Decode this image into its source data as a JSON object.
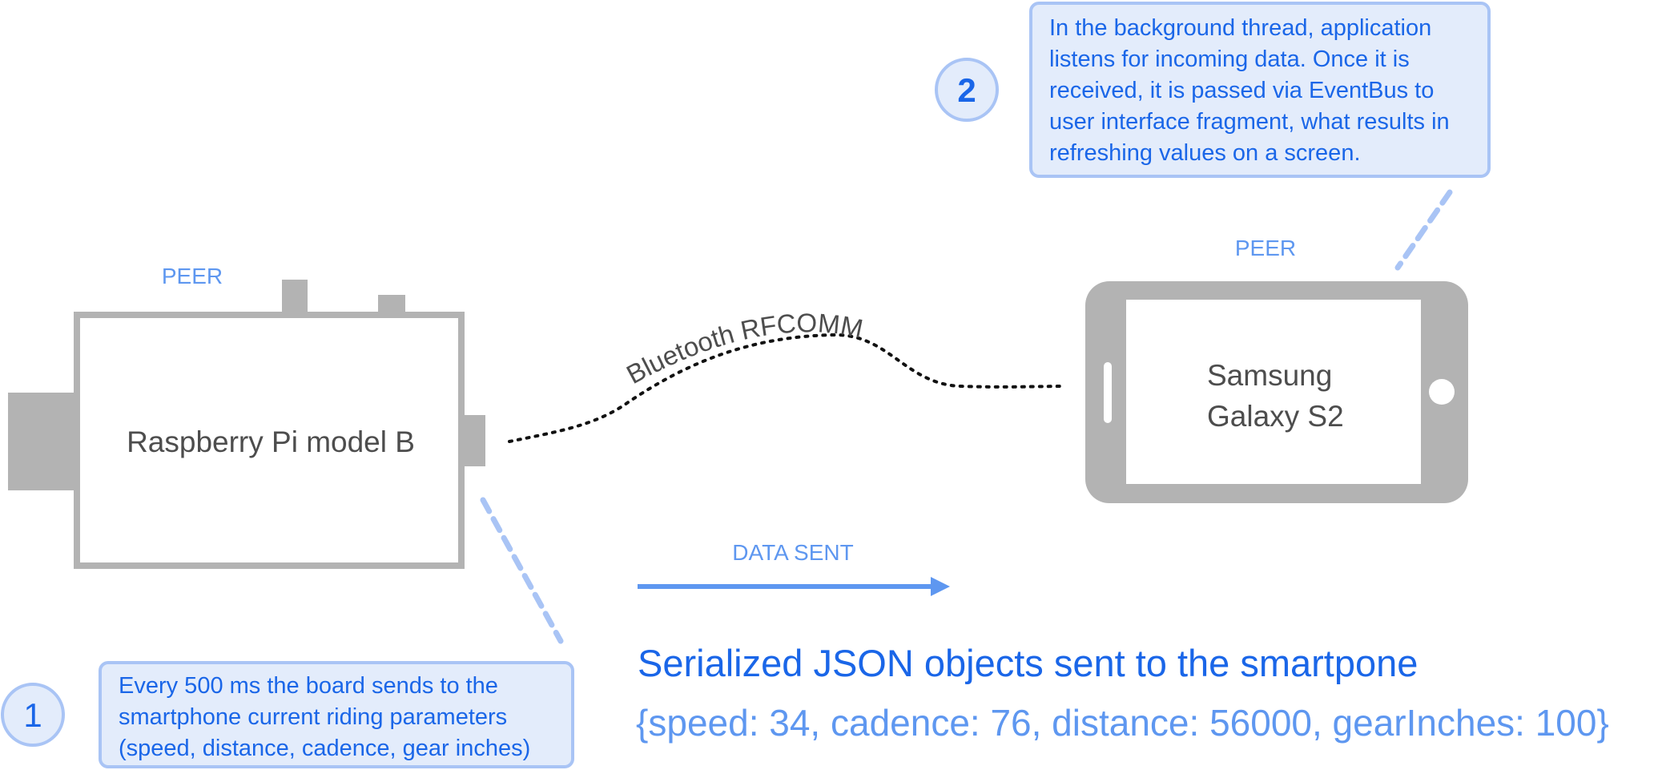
{
  "peer_a": {
    "role_label": "PEER",
    "device_name": "Raspberry Pi model B"
  },
  "peer_b": {
    "role_label": "PEER",
    "device_name_lines": [
      "Samsung",
      "Galaxy S2"
    ]
  },
  "link": {
    "label": "Bluetooth RFCOMM",
    "direction_label": "DATA SENT"
  },
  "step_1": {
    "number": "1",
    "lines": [
      "Every 500 ms the board sends to the",
      "smartphone current riding parameters",
      "(speed, distance, cadence, gear inches)"
    ]
  },
  "step_2": {
    "number": "2",
    "lines": [
      "In the background thread, application",
      "listens for incoming data. Once it is",
      "received, it is passed via EventBus to",
      "user interface fragment, what results in",
      "refreshing values on a screen."
    ]
  },
  "payload": {
    "title": "Serialized JSON objects sent to the smartpone",
    "sample": "{speed: 34, cadence: 76, distance: 56000, gearInches: 100}"
  },
  "colors": {
    "device_gray": "#b3b3b3",
    "text_dark": "#4d4d4d",
    "accent_blue": "#1a66e8",
    "light_blue": "#5e97f0",
    "callout_fill": "#e3ecfb",
    "callout_border": "#a9c4f5"
  }
}
